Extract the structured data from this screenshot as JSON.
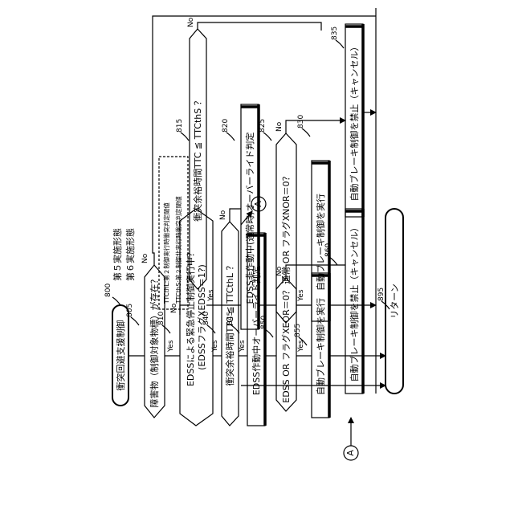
{
  "nodes": {
    "start": {
      "text": "衝突回避支援制御",
      "ref": "800"
    },
    "d805": {
      "text": "障害物（制御対象物標）が存在？",
      "ref": "805",
      "yes": "Yes",
      "no": "No"
    },
    "d810": {
      "line1": "EDSSによる緊急停止制御実行中？",
      "line2": "(EDSSフラグXEDSS＝1?)",
      "ref": "810",
      "yes": "Yes",
      "no": "No"
    },
    "d840": {
      "text": "衝突余裕時間TTC ≦ TTCthL ？",
      "ref": "840",
      "yes": "Yes",
      "no": "No"
    },
    "p845": {
      "text": "EDSS作動中オーバーライド判定",
      "ref": "845"
    },
    "d850": {
      "text": "EDSS OR フラグXEOR＝0？",
      "ref": "850",
      "yes": "Yes",
      "no": "No"
    },
    "p855": {
      "text": "自動ブレーキ制御を実行",
      "ref": "855"
    },
    "p860": {
      "text": "自動ブレーキ制御を禁止（キャンセル）",
      "ref": "860"
    },
    "end": {
      "text": "リターン",
      "ref": "895"
    },
    "d815": {
      "text": "衝突余裕時間TTC ≦ TTCthS ？",
      "ref": "815",
      "yes": "Yes",
      "no": "No"
    },
    "p820": {
      "text": "EDSS非作動中(通常時)オーバーライド判定",
      "ref": "820"
    },
    "d825": {
      "text": "通常 OR フラグXNOR＝0？",
      "ref": "825",
      "yes": "Yes",
      "no": "No"
    },
    "p830": {
      "text": "自動ブレーキ制御を実行",
      "ref": "830"
    },
    "p835": {
      "text": "自動ブレーキ制御を禁止（キャンセル）",
      "ref": "835"
    }
  },
  "connectors": {
    "a_top": "A",
    "a_bottom": "A"
  },
  "notes": {
    "embodiments": {
      "line1": "第５実施形態",
      "line2": "第６実施形態"
    },
    "thresholds": {
      "line1": "TTCthL:第２制御実行時衝突判定閾値",
      "line2": "TTCthS:第２制御非実行時衝突判定閾値"
    }
  }
}
